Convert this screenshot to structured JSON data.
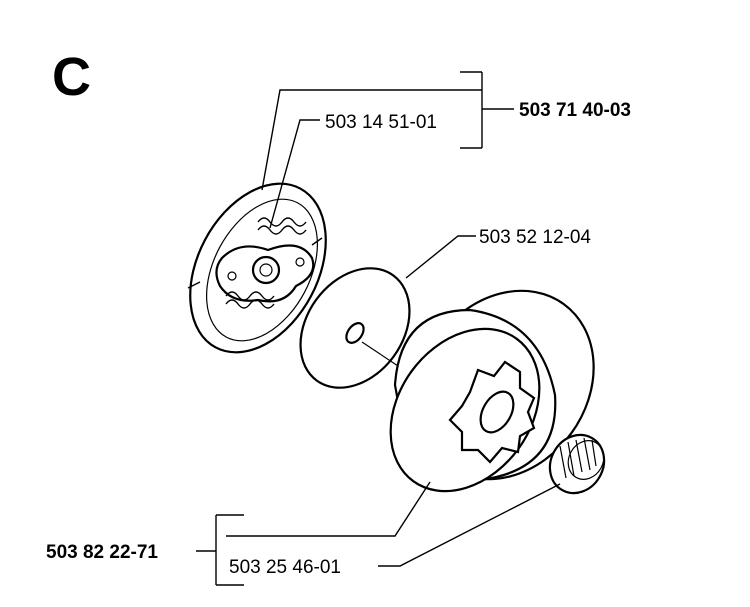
{
  "section_letter": "C",
  "labels": {
    "clutch_assembly": "503 71 40-03",
    "clutch_spring": "503 14 51-01",
    "washer": "503 52 12-04",
    "drum_assembly": "503 82 22-71",
    "needle_bearing": "503 25 46-01"
  },
  "colors": {
    "ink": "#000000",
    "paper": "#ffffff"
  }
}
